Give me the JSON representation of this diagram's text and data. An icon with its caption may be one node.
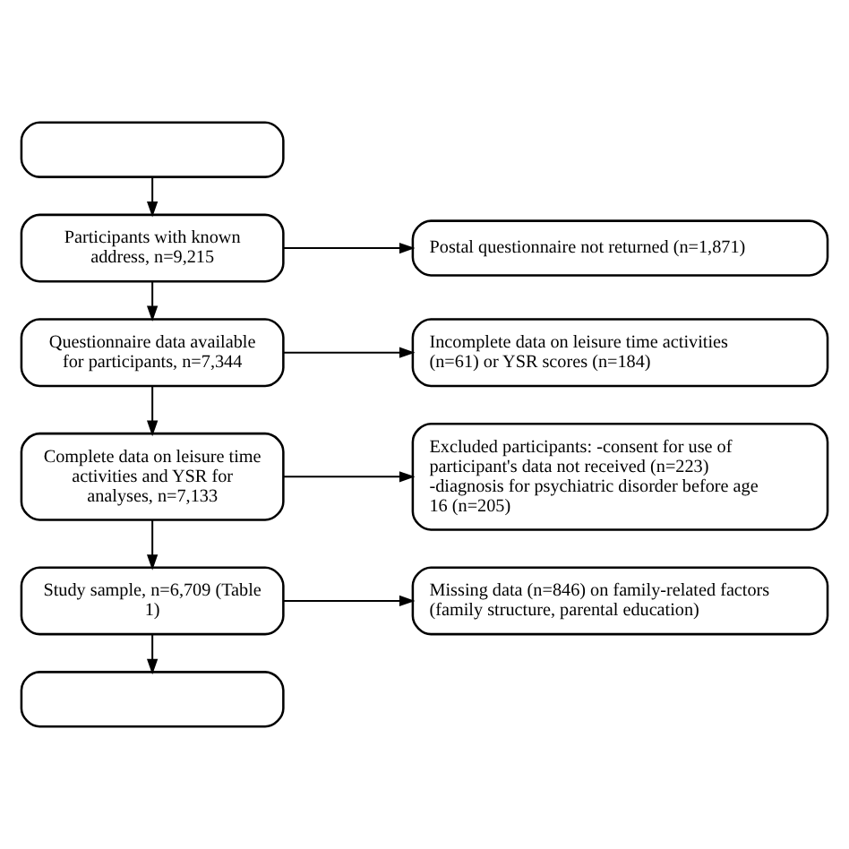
{
  "diagram": {
    "nodes": [
      {
        "text": [],
        "shape": "box"
      },
      {
        "text": [
          "Participants with known address, n=9,215"
        ]
      },
      {
        "text": [
          "Postal questionnaire not returned (n=1,871)"
        ]
      },
      {
        "text": [
          "Questionnaire data available for participants, n=7,344"
        ]
      },
      {
        "text": [
          "Incomplete data on leisure time activities (n=61) or YSR scores (n=184)"
        ]
      },
      {
        "text": [
          "Complete data on leisure time activities and YSR for analyses, n=7,133"
        ]
      },
      {
        "text": [
          "Excluded participants: -consent for use of participant's data not received (n=223) -diagnosis for psychiatric disorder before age 16 (n=205)"
        ]
      },
      {
        "text": [
          "Study sample, n=6,709 (Table 1)"
        ]
      },
      {
        "text": [
          "Missing data (n=846) on family-related factors (family structure, parental education)"
        ]
      },
      {
        "text": [],
        "shape": "box"
      }
    ],
    "edges": [
      {
        "from": 0,
        "to": 1,
        "arrow": "to"
      },
      {
        "from": 1,
        "to": 3,
        "arrow": "to"
      },
      {
        "from": 1,
        "to": 2,
        "arrow": "to"
      },
      {
        "from": 3,
        "to": 5,
        "arrow": "to"
      },
      {
        "from": 3,
        "to": 4,
        "arrow": "to"
      },
      {
        "from": 5,
        "to": 7,
        "arrow": "to"
      },
      {
        "from": 5,
        "to": 6,
        "arrow": "to"
      },
      {
        "from": 7,
        "to": 9,
        "arrow": "to"
      },
      {
        "from": 7,
        "to": 8,
        "arrow": "to"
      }
    ]
  }
}
